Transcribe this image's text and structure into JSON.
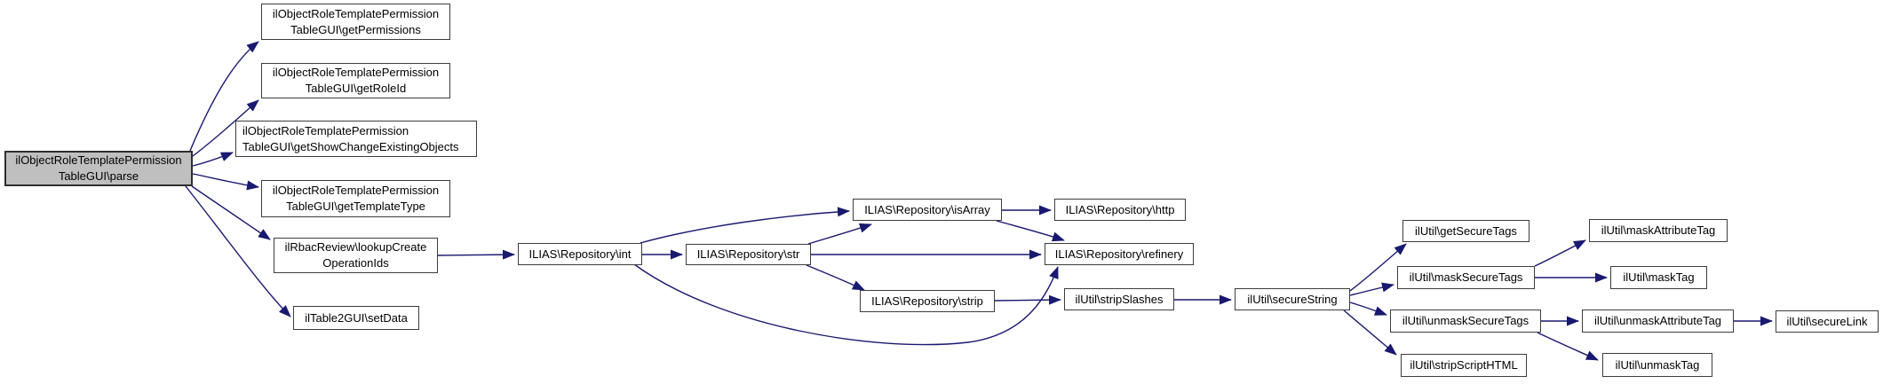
{
  "diagram": {
    "kind": "call-graph",
    "colors": {
      "edge": "#191970",
      "node_border": "#3d3d3d",
      "node_fill": "#ffffff",
      "focus_node_fill": "#bfbfbf",
      "text": "#000000",
      "background": "#ffffff"
    }
  },
  "nodes": {
    "parse": {
      "label": "ilObjectRoleTemplatePermission\nTableGUI\\parse"
    },
    "getPermissions": {
      "label": "ilObjectRoleTemplatePermission\nTableGUI\\getPermissions"
    },
    "getRoleId": {
      "label": "ilObjectRoleTemplatePermission\nTableGUI\\getRoleId"
    },
    "getShowChangeExistingObjects": {
      "label": "ilObjectRoleTemplatePermission\nTableGUI\\getShowChangeExistingObjects"
    },
    "getTemplateType": {
      "label": "ilObjectRoleTemplatePermission\nTableGUI\\getTemplateType"
    },
    "lookupCreateOperationIds": {
      "label": "ilRbacReview\\lookupCreate\nOperationIds"
    },
    "setData": {
      "label": "ilTable2GUI\\setData"
    },
    "int": {
      "label": "ILIAS\\Repository\\int"
    },
    "str": {
      "label": "ILIAS\\Repository\\str"
    },
    "isArray": {
      "label": "ILIAS\\Repository\\isArray"
    },
    "http": {
      "label": "ILIAS\\Repository\\http"
    },
    "refinery": {
      "label": "ILIAS\\Repository\\refinery"
    },
    "strip": {
      "label": "ILIAS\\Repository\\strip"
    },
    "stripSlashes": {
      "label": "ilUtil\\stripSlashes"
    },
    "secureString": {
      "label": "ilUtil\\secureString"
    },
    "getSecureTags": {
      "label": "ilUtil\\getSecureTags"
    },
    "maskSecureTags": {
      "label": "ilUtil\\maskSecureTags"
    },
    "maskAttributeTag": {
      "label": "ilUtil\\maskAttributeTag"
    },
    "maskTag": {
      "label": "ilUtil\\maskTag"
    },
    "unmaskSecureTags": {
      "label": "ilUtil\\unmaskSecureTags"
    },
    "unmaskAttributeTag": {
      "label": "ilUtil\\unmaskAttributeTag"
    },
    "unmaskTag": {
      "label": "ilUtil\\unmaskTag"
    },
    "stripScriptHTML": {
      "label": "ilUtil\\stripScriptHTML"
    },
    "secureLink": {
      "label": "ilUtil\\secureLink"
    }
  },
  "edges": [
    {
      "from": "parse",
      "to": "getPermissions"
    },
    {
      "from": "parse",
      "to": "getRoleId"
    },
    {
      "from": "parse",
      "to": "getShowChangeExistingObjects"
    },
    {
      "from": "parse",
      "to": "getTemplateType"
    },
    {
      "from": "parse",
      "to": "lookupCreateOperationIds"
    },
    {
      "from": "parse",
      "to": "setData"
    },
    {
      "from": "lookupCreateOperationIds",
      "to": "int"
    },
    {
      "from": "int",
      "to": "str"
    },
    {
      "from": "int",
      "to": "isArray"
    },
    {
      "from": "int",
      "to": "refinery"
    },
    {
      "from": "str",
      "to": "isArray"
    },
    {
      "from": "str",
      "to": "refinery"
    },
    {
      "from": "str",
      "to": "strip"
    },
    {
      "from": "isArray",
      "to": "http"
    },
    {
      "from": "isArray",
      "to": "refinery"
    },
    {
      "from": "strip",
      "to": "stripSlashes"
    },
    {
      "from": "stripSlashes",
      "to": "secureString"
    },
    {
      "from": "secureString",
      "to": "getSecureTags"
    },
    {
      "from": "secureString",
      "to": "maskSecureTags"
    },
    {
      "from": "secureString",
      "to": "unmaskSecureTags"
    },
    {
      "from": "secureString",
      "to": "stripScriptHTML"
    },
    {
      "from": "maskSecureTags",
      "to": "maskAttributeTag"
    },
    {
      "from": "maskSecureTags",
      "to": "maskTag"
    },
    {
      "from": "unmaskSecureTags",
      "to": "unmaskAttributeTag"
    },
    {
      "from": "unmaskSecureTags",
      "to": "unmaskTag"
    },
    {
      "from": "unmaskAttributeTag",
      "to": "secureLink"
    }
  ]
}
